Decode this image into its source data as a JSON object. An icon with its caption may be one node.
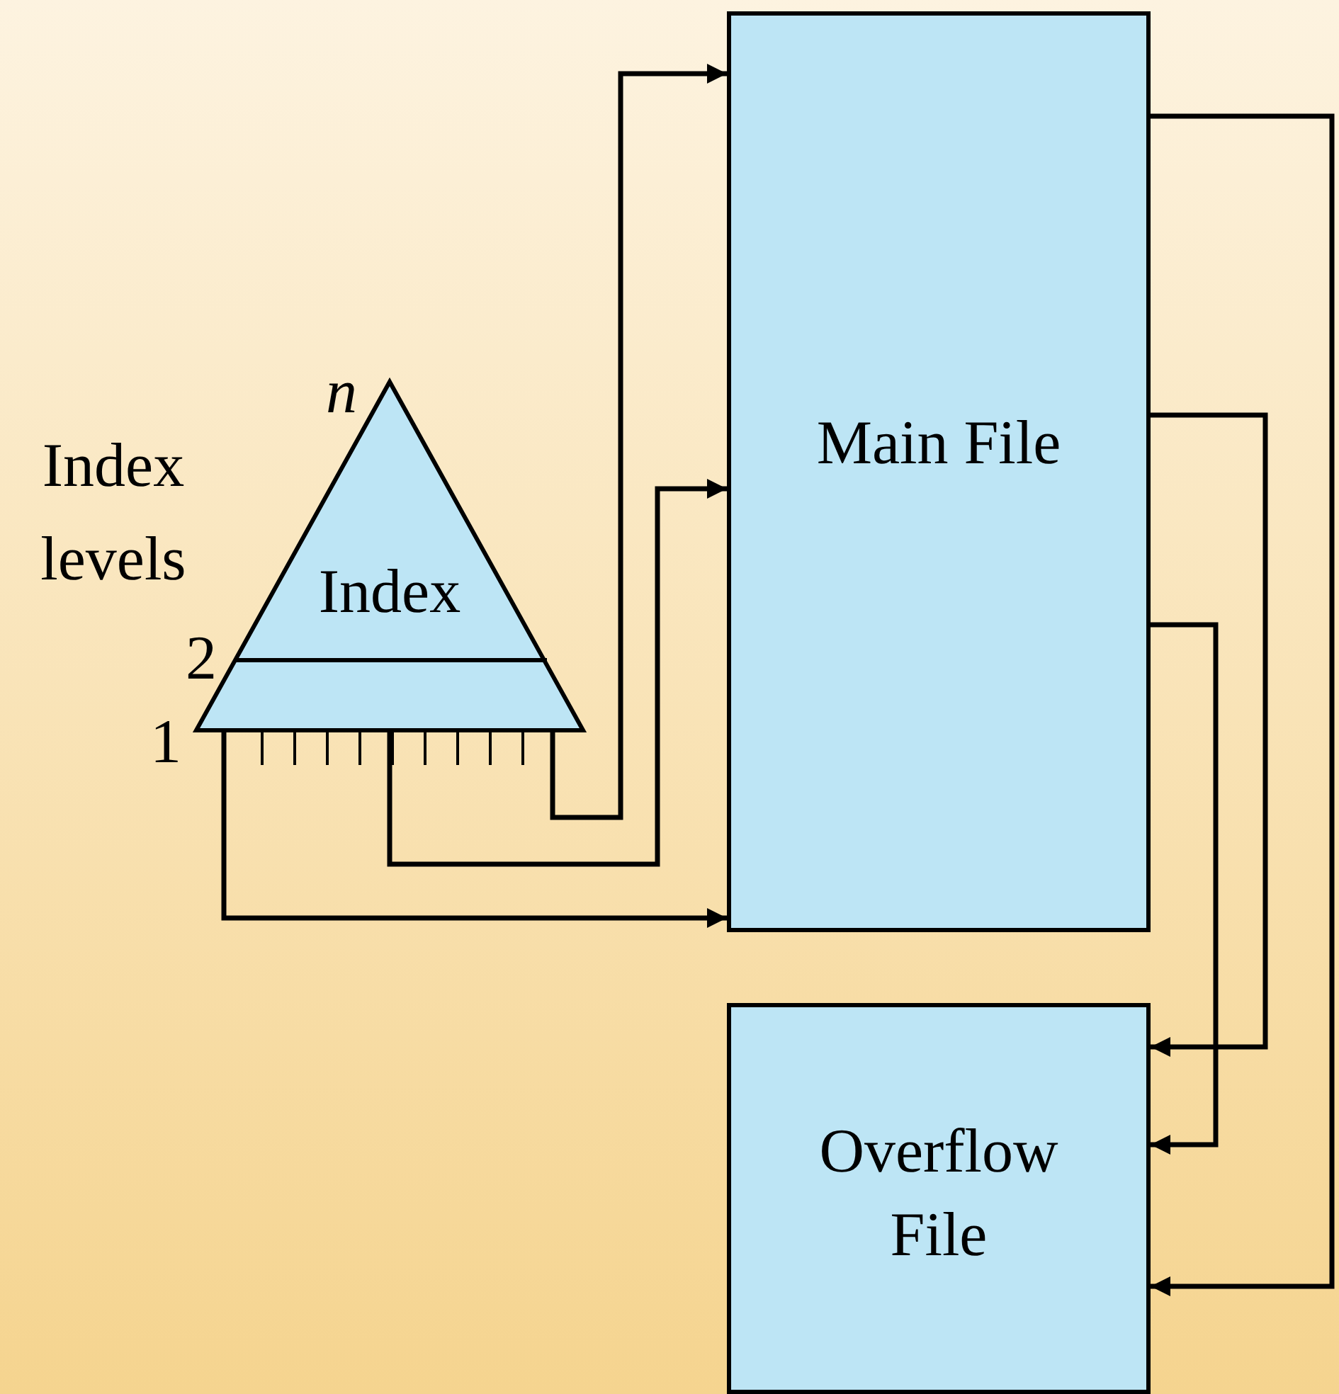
{
  "diagram": {
    "nodes": [
      {
        "text": [
          "Index"
        ]
      },
      {
        "text": [
          "Main File"
        ]
      },
      {
        "text": [
          "Overflow File"
        ]
      }
    ],
    "edges": [
      {
        "from": 0,
        "to": 1,
        "arrow": "to"
      },
      {
        "from": 0,
        "to": 1,
        "arrow": "to"
      },
      {
        "from": 0,
        "to": 1,
        "arrow": "to"
      },
      {
        "from": 1,
        "to": 2,
        "arrow": "to"
      },
      {
        "from": 1,
        "to": 2,
        "arrow": "to"
      },
      {
        "from": 1,
        "to": 2,
        "arrow": "to"
      }
    ],
    "labels": [
      "n",
      "Index levels",
      "2",
      "1"
    ]
  }
}
